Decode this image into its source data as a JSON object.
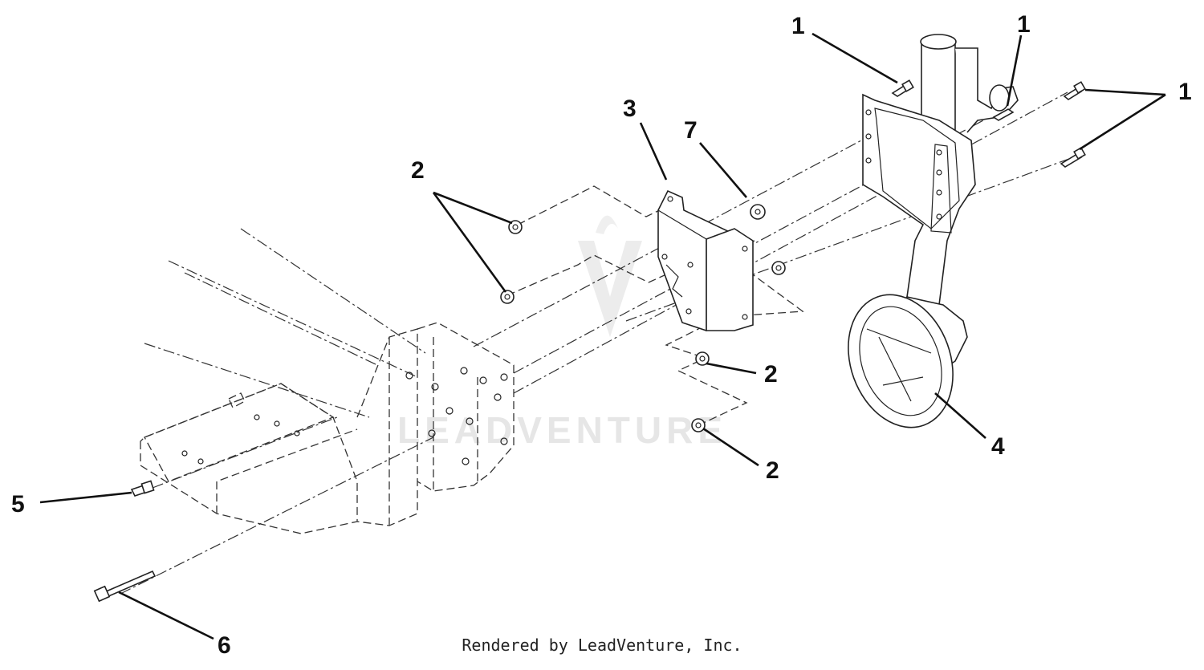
{
  "callouts": {
    "c1a": "1",
    "c1b": "1",
    "c1c": "1",
    "c2a": "2",
    "c2b": "2",
    "c2c": "2",
    "c3": "3",
    "c4": "4",
    "c5": "5",
    "c6": "6",
    "c7": "7"
  },
  "watermark": "LEADVENTURE",
  "credit": "Rendered by LeadVenture, Inc."
}
